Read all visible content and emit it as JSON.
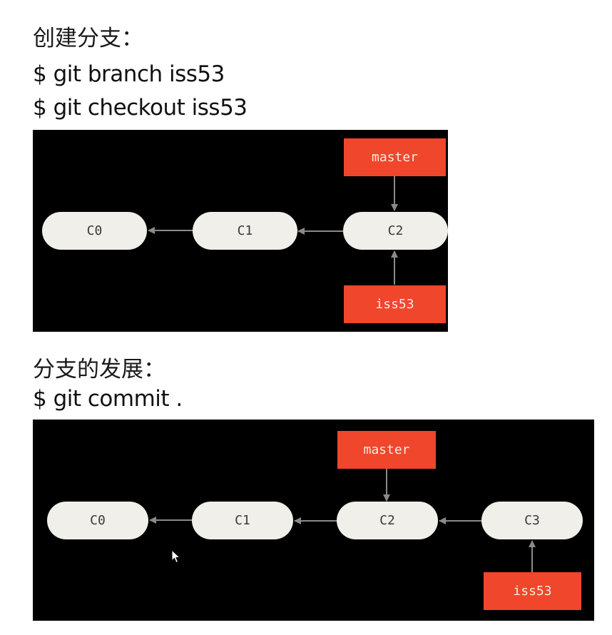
{
  "section1": {
    "heading": "创建分支：",
    "commands": [
      "$ git branch iss53",
      "$ git checkout iss53"
    ],
    "diagram": {
      "commits": [
        "C0",
        "C1",
        "C2"
      ],
      "refs": [
        {
          "label": "master",
          "points_to": "C2",
          "position": "above"
        },
        {
          "label": "iss53",
          "points_to": "C2",
          "position": "below"
        }
      ]
    }
  },
  "section2": {
    "heading": "分支的发展：",
    "commands": [
      "$ git commit ."
    ],
    "diagram": {
      "commits": [
        "C0",
        "C1",
        "C2",
        "C3"
      ],
      "refs": [
        {
          "label": "master",
          "points_to": "C2",
          "position": "above"
        },
        {
          "label": "iss53",
          "points_to": "C3",
          "position": "below"
        }
      ]
    }
  },
  "colors": {
    "diagram_bg": "#000000",
    "commit_fill": "#f0efea",
    "ref_fill": "#f0462c",
    "arrow": "#8a8a8a"
  }
}
